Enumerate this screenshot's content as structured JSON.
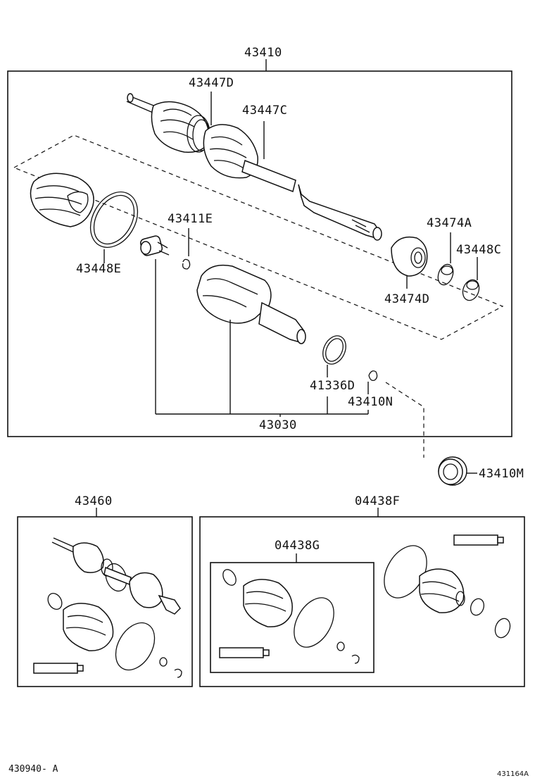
{
  "labels": {
    "l43410": "43410",
    "l43447D": "43447D",
    "l43447C": "43447C",
    "l43411E": "43411E",
    "l43474A": "43474A",
    "l43448C": "43448C",
    "l43448E": "43448E",
    "l43474D": "43474D",
    "l41336D": "41336D",
    "l43410N": "43410N",
    "l43030": "43030",
    "l43410M": "43410M",
    "l43460": "43460",
    "l04438F": "04438F",
    "l04438G": "04438G"
  },
  "footer": {
    "code_left": "430940- A",
    "code_right": "431164A"
  }
}
